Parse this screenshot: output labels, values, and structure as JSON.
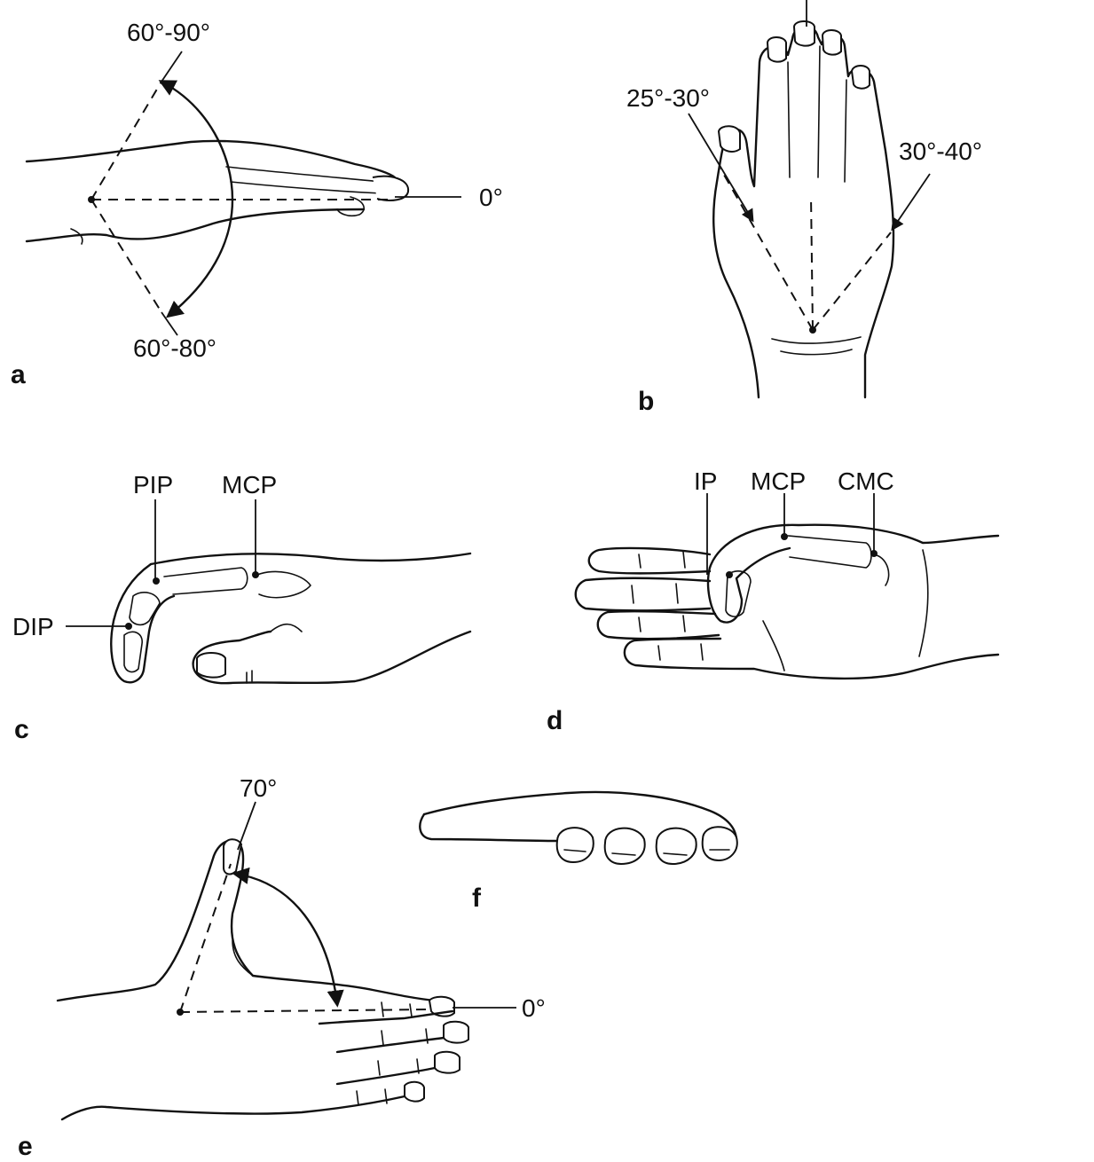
{
  "panels": {
    "a": {
      "letter": "a",
      "labels": {
        "extension": "60°-90°",
        "neutral": "0°",
        "flexion": "60°-80°"
      }
    },
    "b": {
      "letter": "b",
      "labels": {
        "radial": "25°-30°",
        "ulnar": "30°-40°"
      }
    },
    "c": {
      "letter": "c",
      "labels": {
        "pip": "PIP",
        "mcp": "MCP",
        "dip": "DIP"
      }
    },
    "d": {
      "letter": "d",
      "labels": {
        "ip": "IP",
        "mcp": "MCP",
        "cmc": "CMC"
      }
    },
    "e": {
      "letter": "e",
      "labels": {
        "abduction": "70°",
        "neutral": "0°"
      }
    },
    "f": {
      "letter": "f"
    }
  },
  "style": {
    "ink": "#111111",
    "paper": "#ffffff"
  }
}
